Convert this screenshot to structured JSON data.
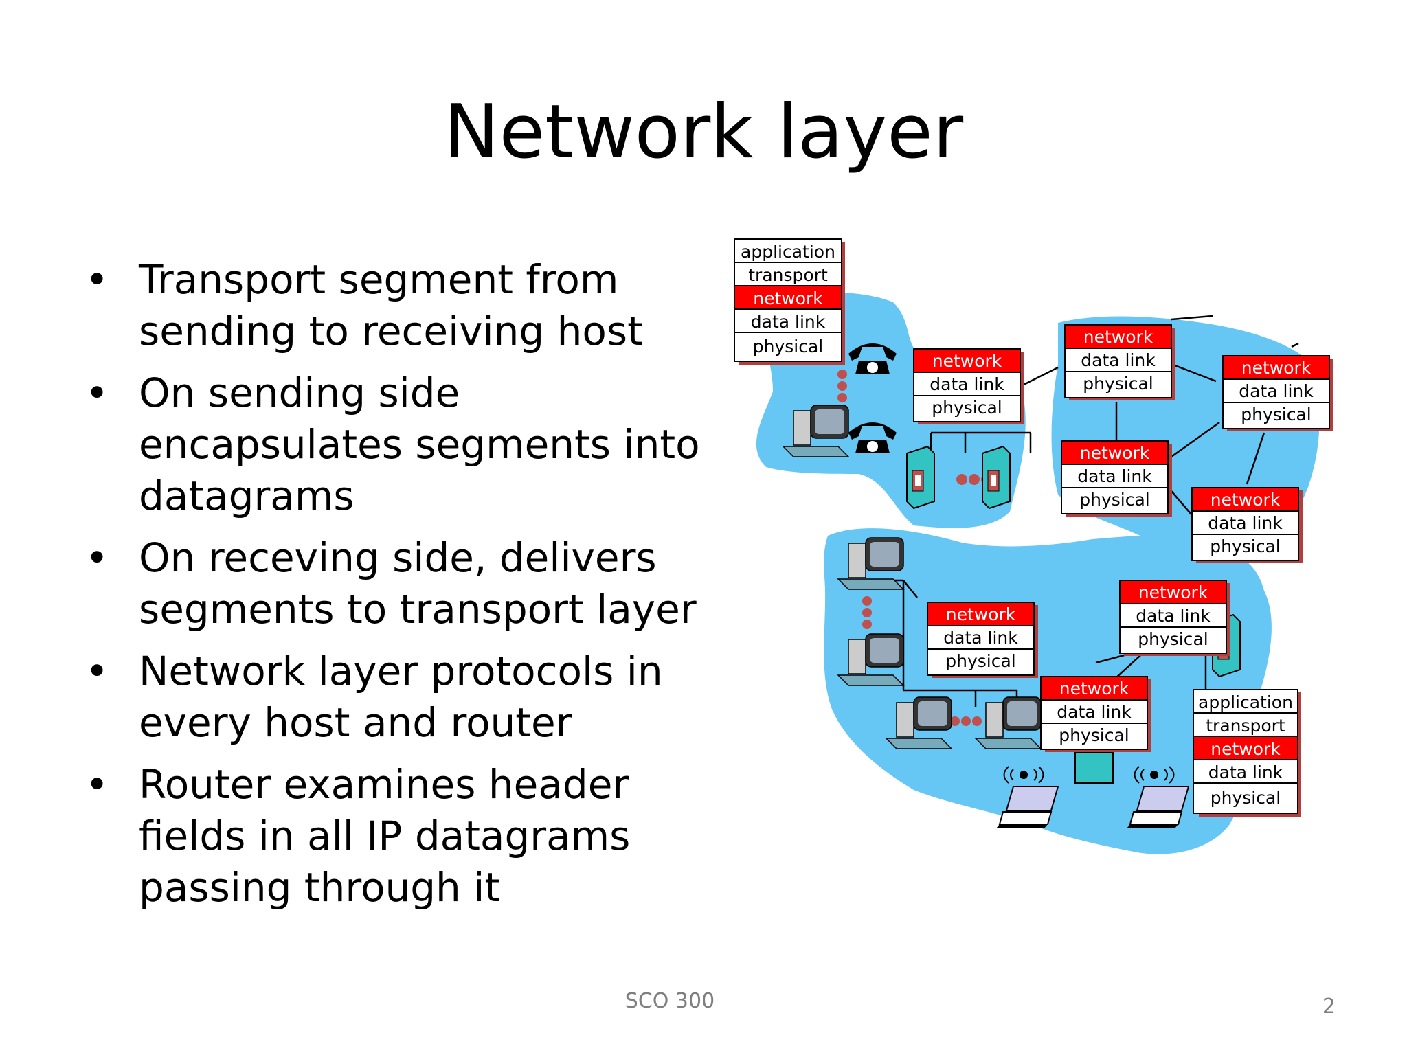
{
  "slide": {
    "title": "Network layer",
    "bullets": [
      "Transport segment from sending to receiving host",
      "On sending side encapsulates segments into datagrams",
      "On receving side, delivers segments to transport layer",
      "Network layer protocols in every host and router",
      "Router examines header fields in all IP datagrams passing through it"
    ],
    "bullet_char": "•",
    "footer": "SCO 300",
    "page_number": "2"
  },
  "diagram": {
    "host_stack": [
      "application",
      "transport",
      "network",
      "data link",
      "physical"
    ],
    "router_stack": [
      "network",
      "data link",
      "physical"
    ],
    "colors": {
      "cloud": "#66c7f5",
      "network_highlight": "#ff0000",
      "stack_shadow": "#b04040",
      "server": "#33c3c3",
      "dots": "#c0504d"
    },
    "icons": [
      "telephone-icon",
      "desktop-computer-icon",
      "server-icon",
      "laptop-icon",
      "wireless-signal-icon"
    ]
  }
}
